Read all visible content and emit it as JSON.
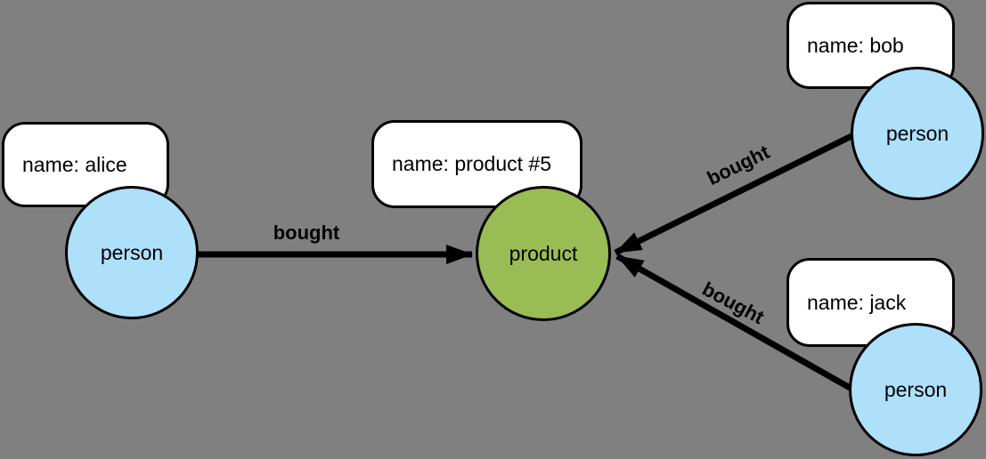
{
  "diagram": {
    "type": "property-graph",
    "background_color": "#808080",
    "colors": {
      "person_node_fill": "#aee0fa",
      "product_node_fill": "#9abc55",
      "node_border": "#000000",
      "property_box_fill": "#ffffff",
      "edge_color": "#000000"
    },
    "nodes": [
      {
        "id": "alice",
        "label": "person",
        "property": "name: alice"
      },
      {
        "id": "product5",
        "label": "product",
        "property": "name: product #5"
      },
      {
        "id": "bob",
        "label": "person",
        "property": "name: bob"
      },
      {
        "id": "jack",
        "label": "person",
        "property": "name: jack"
      }
    ],
    "edges": [
      {
        "from": "alice",
        "to": "product5",
        "label": "bought"
      },
      {
        "from": "bob",
        "to": "product5",
        "label": "bought"
      },
      {
        "from": "jack",
        "to": "product5",
        "label": "bought"
      }
    ]
  }
}
